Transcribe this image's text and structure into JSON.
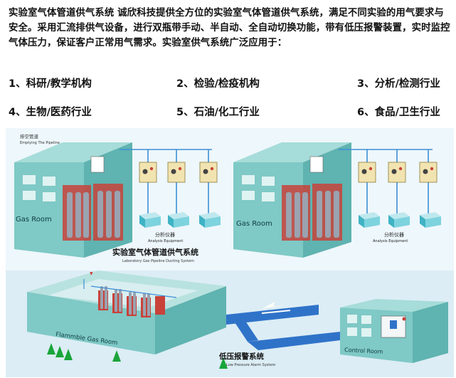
{
  "intro": "实验室气体管道供气系统 诚欣科技提供全方位的实验室气体管道供气系统，满足不同实验的用气要求与安全。采用汇流排供气设备，进行双瓶带手动、半自动、全自动切换功能，带有低压报警装置，实时监控气体压力，保证客户正常用气需求。实验室供气系统广泛应用于：",
  "applications": [
    "1、科研/教学机构",
    "2、检验/检疫机构",
    "3、分析/检测行业",
    "4、生物/医药行业",
    "5、石油/化工行业",
    "6、食品/卫生行业"
  ],
  "diagram": {
    "exhaust_cn": "排空管道",
    "exhaust_en": "Emptying\nThe Pipeline",
    "gas_room": "Gas Room",
    "analysis_cn": "分析仪器",
    "analysis_en": "Analysis Equipment",
    "system_title_cn": "实验室气体管道供气系统",
    "system_title_en": "Laboratory Gas Pipeline Ducting System",
    "flammable_room": "Flammble Gas Room",
    "alarm_cn": "低压报警系统",
    "alarm_en": "Low Pressure Alarm System",
    "control_room": "Control Room"
  },
  "colors": {
    "building_front": "#7fc9c6",
    "building_side": "#5fb3b0",
    "roof": "#a6dcd9",
    "ground": "#d9eef6",
    "pipe": "#2f73c9",
    "cylinder": "#9aa3b0",
    "manifold_red": "#c8423a",
    "tree": "#19a53a"
  }
}
